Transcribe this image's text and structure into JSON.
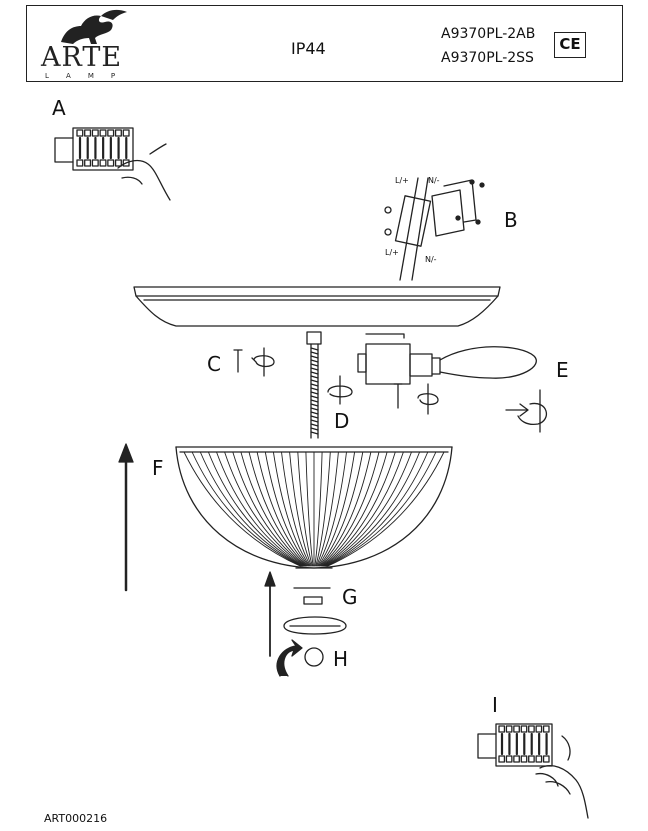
{
  "header": {
    "brand": "ARTE",
    "brand_sub": "LAMP",
    "rating": "IP44",
    "models": [
      "A9370PL-2AB",
      "A9370PL-2SS"
    ],
    "cert_mark": "CE"
  },
  "steps": {
    "a": "A",
    "b": "B",
    "c": "C",
    "d": "D",
    "e": "E",
    "f": "F",
    "g": "G",
    "h": "H",
    "i": "I"
  },
  "wiring_labels": {
    "live_top": "L/+",
    "neutral_top": "N/-",
    "live_bottom": "L/+",
    "neutral_bottom": "N/-"
  },
  "footer": {
    "code": "ART000216"
  }
}
